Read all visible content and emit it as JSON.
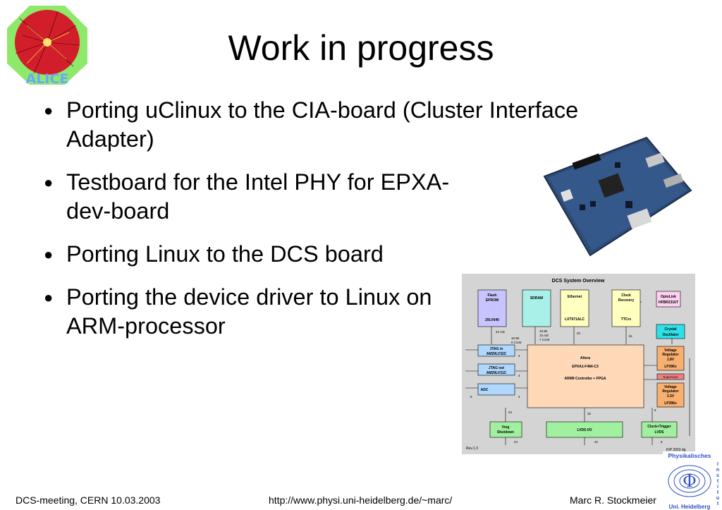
{
  "slide": {
    "title": "Work in progress"
  },
  "bullets": [
    {
      "text": "Porting uClinux to the CIA-board (Cluster Interface Adapter)"
    },
    {
      "text": "Testboard for the Intel PHY for EPXA-dev-board"
    },
    {
      "text": "Porting Linux to the DCS board"
    },
    {
      "text": "Porting the device driver to Linux on ARM-processor"
    }
  ],
  "logo": {
    "text": "ALICE"
  },
  "diagram": {
    "title": "DCS System Overview",
    "blocks": {
      "flash": [
        "Flash",
        "EPROM",
        "29LV640"
      ],
      "sdram": "SDRAM",
      "ethernet": [
        "Ethernet",
        "LXT971ALC"
      ],
      "clock_recovery": [
        "Clock",
        "Recovery",
        "TTCrx"
      ],
      "optolink": [
        "OptoLink",
        "HFBR2316T"
      ],
      "crystal": [
        "Crystal",
        "Oscillator"
      ],
      "jtag_in": [
        "JTAG in",
        "AM29LV32C"
      ],
      "jtag_out": [
        "JTAG out",
        "AM29LV31C"
      ],
      "adc": "ADC",
      "altera": [
        "Altera",
        "EPXA1-F484-C3",
        "ARM9 Controller + FPGA"
      ],
      "vreg18": [
        "Voltage",
        "Regulator",
        "1.8V",
        "LP396x"
      ],
      "supervisor": "Supervisor",
      "vreg33": [
        "Voltage",
        "Regulator",
        "3.3V",
        "LP396x"
      ],
      "vreg_shutdown": [
        "Vreg",
        "Shutdown"
      ],
      "lvds_io": "LVDS I/O",
      "clock_trigger": [
        "Clock+Trigger",
        "LVDS"
      ]
    },
    "bus_labels": {
      "adr22": "22 Adr",
      "bit16a": "16 Bit",
      "adr15": "15 Adr",
      "contr7": "7 Contr",
      "bit16b": "16 Bit",
      "contr6": "6 Contr",
      "n20": "20",
      "n61": "61",
      "n4a": "4",
      "n4b": "4",
      "n4c": "4",
      "n8a": "8",
      "n24a": "24",
      "n32a": "32",
      "n8b": "8",
      "n24b": "24",
      "n32b": "32",
      "n8c": "8"
    },
    "rev": "Rev.1.3",
    "credit": "KIP 2003 dg"
  },
  "seal": {
    "top": "Physikalisches",
    "side": "Institut",
    "bottom": "Uni. Heidelberg"
  },
  "footer": {
    "left": "DCS-meeting, CERN 10.03.2003",
    "center": "http://www.physi.uni-heidelberg.de/~marc/",
    "right": "Marc R. Stockmeier"
  },
  "colors": {
    "flash": "#c8c4ff",
    "sdram": "#a8f0e8",
    "ethernet": "#ffffc0",
    "clock_recovery": "#ffffc0",
    "optolink": "#ffd0f0",
    "crystal": "#30e0e8",
    "jtag": "#b0d8ff",
    "altera": "#ffd8b8",
    "vreg": "#f8b070",
    "supervisor": "#f08080",
    "green": "#a0f0a0",
    "diagram_bg": "#d4d4d4"
  }
}
